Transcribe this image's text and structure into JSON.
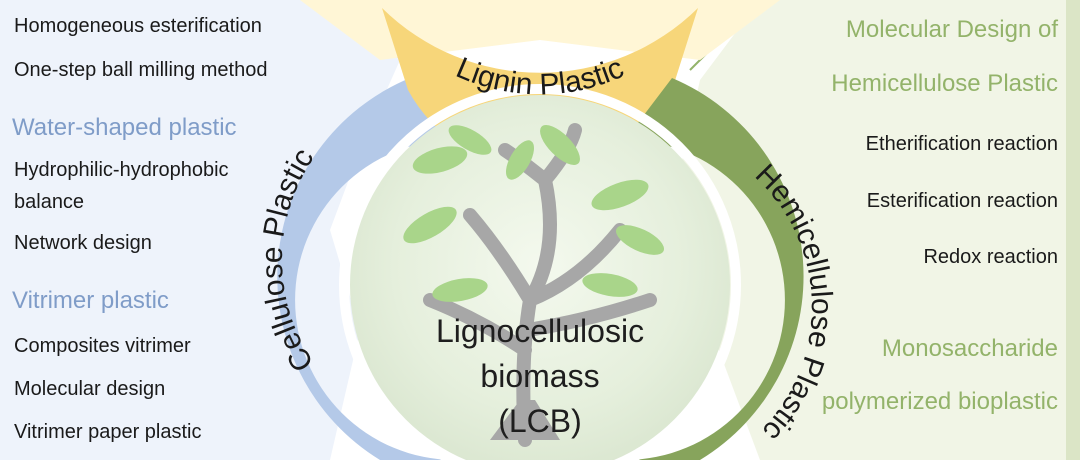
{
  "colors": {
    "cellulose_blue": "#b4c9e8",
    "cellulose_panel": "#eef3fb",
    "lignin_yellow": "#f7d67a",
    "hemicellulose_green": "#87a45c",
    "hemicellulose_panel": "#f1f5e6",
    "heading_blue": "#7f9cc8",
    "heading_green": "#93b36a",
    "leaf_green": "#a9d58a",
    "trunk_gray": "#a7a7a7"
  },
  "ring": {
    "top": "Lignin Plastic",
    "left": "Cellulose Plastic",
    "right": "Hemicellulose Plastic"
  },
  "center": {
    "line1": "Lignocellulosic",
    "line2": "biomass",
    "line3": "(LCB)"
  },
  "left_panel": {
    "item_1": "Homogeneous esterification",
    "item_2": "One-step ball milling method",
    "heading_1": "Water-shaped plastic",
    "item_3_line1": "Hydrophilic-hydrophobic",
    "item_3_line2": "balance",
    "item_4": "Network design",
    "heading_2": "Vitrimer plastic",
    "item_5": "Composites vitrimer",
    "item_6": "Molecular design",
    "item_7": "Vitrimer paper plastic"
  },
  "right_panel": {
    "heading_1_line1": "Molecular Design of",
    "heading_1_line2": "Hemicellulose Plastic",
    "item_1": "Etherification reaction",
    "item_2": "Esterification reaction",
    "item_3": "Redox reaction",
    "heading_2_line1": "Monosaccharide",
    "heading_2_line2": "polymerized bioplastic"
  },
  "icons": {
    "tree": "tree-icon"
  }
}
